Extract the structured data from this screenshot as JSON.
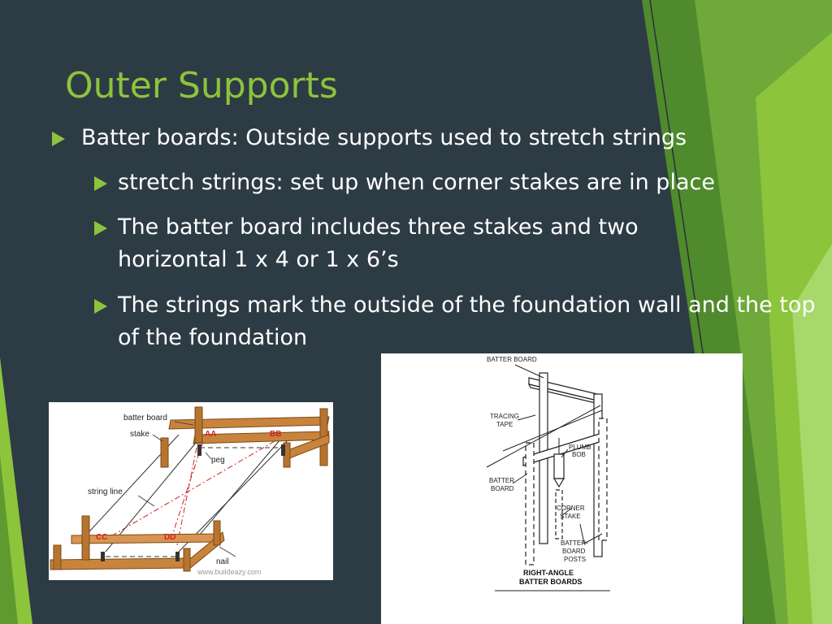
{
  "slide": {
    "title": "Outer Supports",
    "bullets": [
      "Batter boards:  Outside supports used to stretch strings",
      "stretch strings: set up when corner stakes are in place",
      "The batter board includes three stakes and two horizontal 1 x 4 or 1 x 6’s",
      "The strings mark the outside of the foundation wall and the top of the foundation"
    ]
  },
  "figure_left": {
    "labels": {
      "batter_board": "batter board",
      "stake": "stake",
      "peg": "peg",
      "string_line": "string line",
      "nail": "nail",
      "aa": "AA",
      "bb": "BB",
      "cc": "CC",
      "dd": "DD",
      "credit": "www.buildeazy.com"
    }
  },
  "figure_right": {
    "labels": {
      "batter_board_top": "BATTER BOARD",
      "tracing_tape_1": "TRACING",
      "tracing_tape_2": "TAPE",
      "plumb_bob_1": "PLUMB",
      "plumb_bob_2": "BOB",
      "batter_board_side_1": "BATTER",
      "batter_board_side_2": "BOARD",
      "corner_stake_1": "CORNER",
      "corner_stake_2": "STAKE",
      "posts_1": "BATTER-",
      "posts_2": "BOARD",
      "posts_3": "POSTS",
      "caption_1": "RIGHT-ANGLE",
      "caption_2": "BATTER BOARDS"
    }
  },
  "colors": {
    "background": "#2d3b45",
    "accent": "#8cc43c",
    "text": "#ffffff",
    "wood": "#c8843c",
    "dimension_red": "#cc2222"
  }
}
